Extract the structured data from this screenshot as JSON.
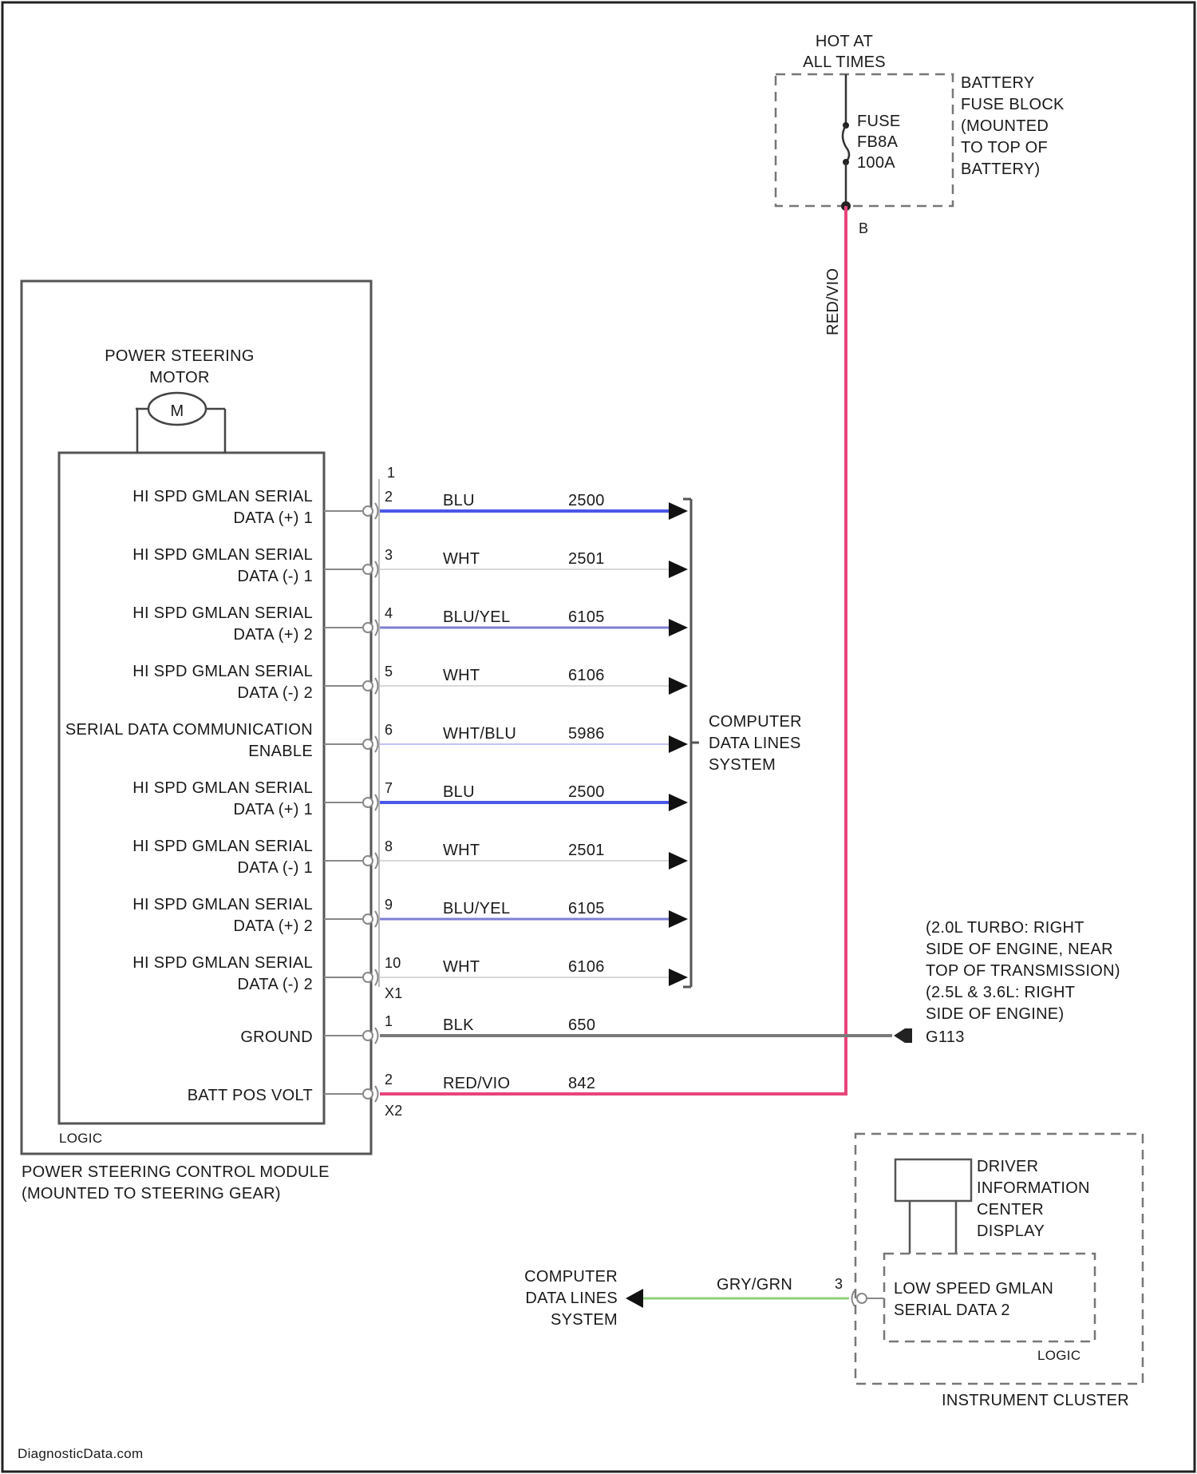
{
  "source": {
    "hot_label": [
      "HOT AT",
      "ALL TIMES"
    ],
    "fuse_label": [
      "FUSE",
      "FB8A",
      "100A"
    ],
    "fuse_block_label": [
      "BATTERY",
      "FUSE BLOCK",
      "(MOUNTED",
      "TO TOP OF",
      "BATTERY)"
    ],
    "fuse_pin": "B",
    "vertical_wire_label": "RED/VIO"
  },
  "module": {
    "motor_label": [
      "POWER STEERING",
      "MOTOR"
    ],
    "motor_symbol": "M",
    "logic_label": "LOGIC",
    "name_lines": [
      "POWER STEERING CONTROL MODULE",
      "(MOUNTED TO STEERING GEAR)"
    ],
    "connector_top_pin": "1",
    "connector_x1": "X1",
    "connector_x2": "X2"
  },
  "signals": [
    {
      "label": [
        "HI SPD GMLAN SERIAL",
        "DATA (+) 1"
      ],
      "pin": "2",
      "color_label": "BLU",
      "circuit": "2500",
      "wire_color": "#4a57e8",
      "stroke": 4
    },
    {
      "label": [
        "HI SPD GMLAN SERIAL",
        "DATA (-) 1"
      ],
      "pin": "3",
      "color_label": "WHT",
      "circuit": "2501",
      "wire_color": "#d8d8d8",
      "stroke": 2
    },
    {
      "label": [
        "HI SPD GMLAN SERIAL",
        "DATA (+) 2"
      ],
      "pin": "4",
      "color_label": "BLU/YEL",
      "circuit": "6105",
      "wire_color": "#7d7fd4",
      "stroke": 3
    },
    {
      "label": [
        "HI SPD GMLAN SERIAL",
        "DATA (-) 2"
      ],
      "pin": "5",
      "color_label": "WHT",
      "circuit": "6106",
      "wire_color": "#d8d8d8",
      "stroke": 2
    },
    {
      "label": [
        "SERIAL DATA COMMUNICATION",
        "ENABLE"
      ],
      "pin": "6",
      "color_label": "WHT/BLU",
      "circuit": "5986",
      "wire_color": "#c0c3f2",
      "stroke": 2
    },
    {
      "label": [
        "HI SPD GMLAN SERIAL",
        "DATA (+) 1"
      ],
      "pin": "7",
      "color_label": "BLU",
      "circuit": "2500",
      "wire_color": "#4a57e8",
      "stroke": 4
    },
    {
      "label": [
        "HI SPD GMLAN SERIAL",
        "DATA (-) 1"
      ],
      "pin": "8",
      "color_label": "WHT",
      "circuit": "2501",
      "wire_color": "#d8d8d8",
      "stroke": 2
    },
    {
      "label": [
        "HI SPD GMLAN SERIAL",
        "DATA (+) 2"
      ],
      "pin": "9",
      "color_label": "BLU/YEL",
      "circuit": "6105",
      "wire_color": "#7d7fd4",
      "stroke": 3
    },
    {
      "label": [
        "HI SPD GMLAN SERIAL",
        "DATA (-) 2"
      ],
      "pin": "10",
      "color_label": "WHT",
      "circuit": "6106",
      "wire_color": "#d8d8d8",
      "stroke": 2
    }
  ],
  "data_lines_label": [
    "COMPUTER",
    "DATA LINES",
    "SYSTEM"
  ],
  "ground": {
    "label": "GROUND",
    "pin": "1",
    "color_label": "BLK",
    "circuit": "650",
    "wire_color": "#7a7a7a",
    "ground_id": "G113",
    "location_note": [
      "(2.0L TURBO: RIGHT",
      "SIDE OF ENGINE, NEAR",
      "TOP OF TRANSMISSION)",
      "(2.5L & 3.6L: RIGHT",
      "SIDE OF ENGINE)"
    ]
  },
  "battery_feed": {
    "label": "BATT POS VOLT",
    "pin": "2",
    "color_label": "RED/VIO",
    "circuit": "842",
    "wire_color": "#e8457a"
  },
  "cluster": {
    "dic_label": [
      "DRIVER",
      "INFORMATION",
      "CENTER",
      "DISPLAY"
    ],
    "signal_label": [
      "LOW SPEED GMLAN",
      "SERIAL DATA 2"
    ],
    "logic_label": "LOGIC",
    "name": "INSTRUMENT CLUSTER",
    "pin": "3",
    "color_label": "GRY/GRN",
    "wire_color": "#8fd07a",
    "data_lines_label": [
      "COMPUTER",
      "DATA LINES",
      "SYSTEM"
    ]
  },
  "watermark": "DiagnosticData.com"
}
